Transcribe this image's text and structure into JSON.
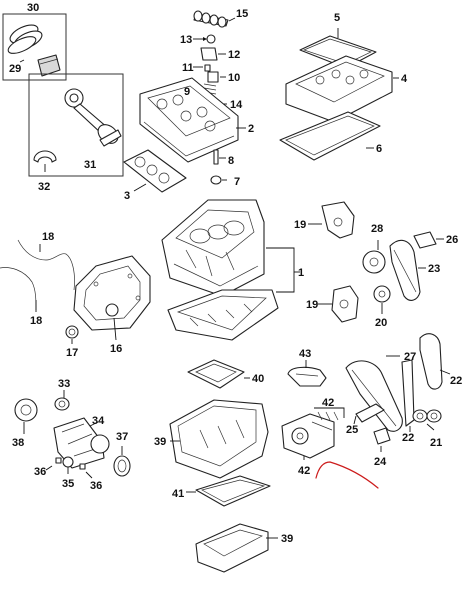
{
  "callouts": {
    "c1": "1",
    "c2": "2",
    "c3": "3",
    "c4": "4",
    "c5": "5",
    "c6": "6",
    "c7": "7",
    "c8": "8",
    "c9": "9",
    "c10": "10",
    "c11": "11",
    "c12": "12",
    "c13": "13",
    "c14": "14",
    "c15": "15",
    "c16": "16",
    "c17": "17",
    "c18a": "18",
    "c18b": "18",
    "c19a": "19",
    "c19b": "19",
    "c20": "20",
    "c21": "21",
    "c22a": "22",
    "c22b": "22",
    "c23": "23",
    "c24": "24",
    "c25": "25",
    "c26": "26",
    "c27": "27",
    "c28": "28",
    "c29": "29",
    "c30": "30",
    "c31": "31",
    "c32": "32",
    "c33": "33",
    "c34": "34",
    "c35": "35",
    "c36a": "36",
    "c36b": "36",
    "c37": "37",
    "c38": "38",
    "c39a": "39",
    "c39b": "39",
    "c40": "40",
    "c41": "41",
    "c42a": "42",
    "c42b": "42",
    "c43": "43"
  },
  "colors": {
    "line": "#222222",
    "annotation": "#cc1b1b"
  }
}
